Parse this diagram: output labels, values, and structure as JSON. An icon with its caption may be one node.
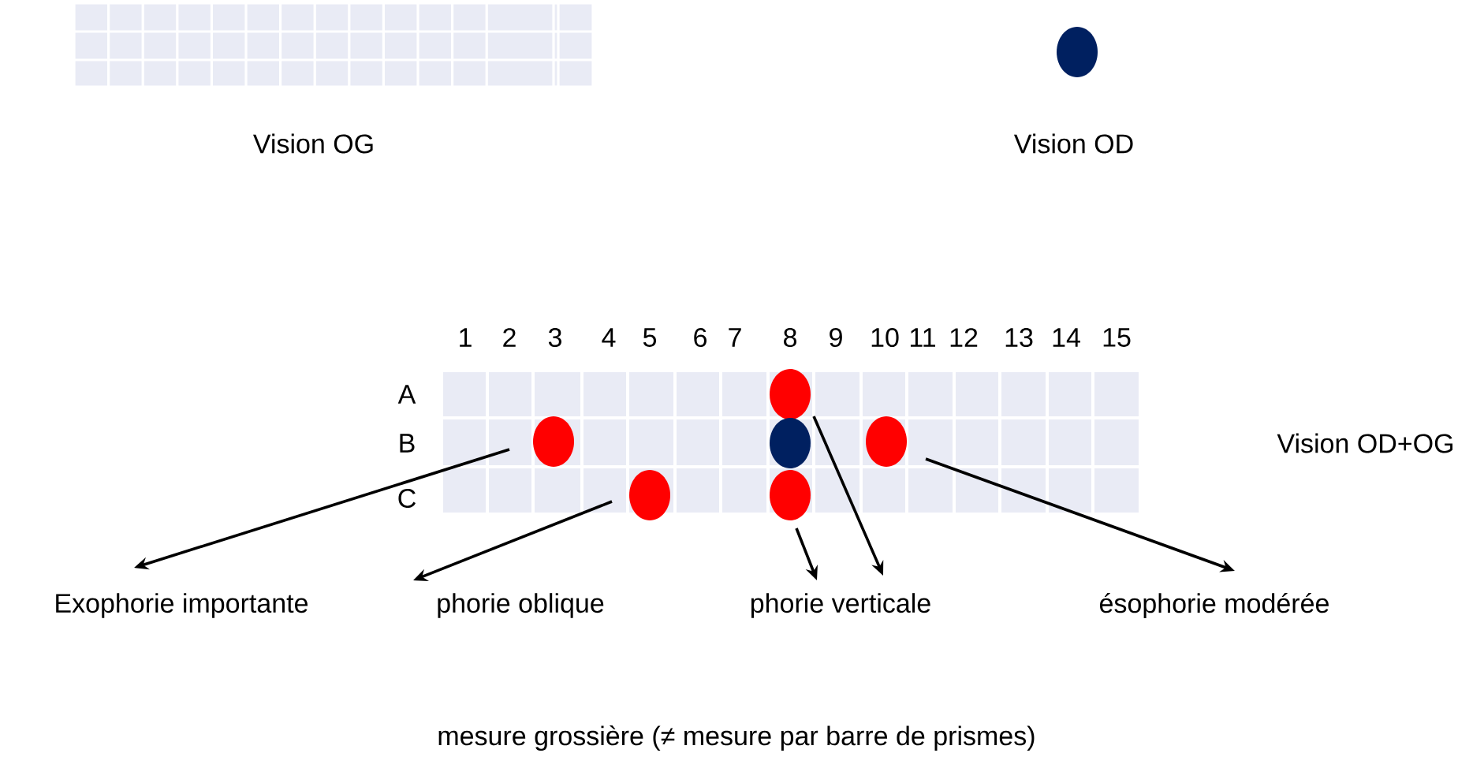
{
  "diagram": {
    "nodes": [
      {
        "text": [],
        "shape": "circle"
      },
      {
        "text": [],
        "shape": "circle"
      },
      {
        "text": [],
        "shape": "circle"
      },
      {
        "text": [],
        "shape": "circle"
      },
      {
        "text": [],
        "shape": "circle"
      },
      {
        "text": [],
        "shape": "circle"
      },
      {
        "text": [
          "Exophorie importante"
        ]
      },
      {
        "text": [
          "phorie oblique"
        ]
      },
      {
        "text": [
          "phorie verticale"
        ]
      },
      {
        "text": [
          "ésophorie modérée"
        ]
      },
      {
        "text": [],
        "shape": "circle"
      }
    ],
    "edges": [
      {
        "from": 1,
        "to": 6,
        "arrow": "to"
      },
      {
        "from": 4,
        "to": 7,
        "arrow": "to"
      },
      {
        "from": 5,
        "to": 8,
        "arrow": "to"
      },
      {
        "from": 0,
        "to": 8,
        "arrow": "to"
      },
      {
        "from": 3,
        "to": 9,
        "arrow": "to"
      }
    ],
    "labels": [
      "Vision OG",
      "Vision OD",
      "1",
      "2",
      "3",
      "4",
      "5",
      "6",
      "7",
      "8",
      "9",
      "10",
      "11",
      "12",
      "13",
      "14",
      "15",
      "A",
      "B",
      "C",
      "Vision OD+OG",
      "mesure grossière (≠ mesure par barre de prismes)"
    ]
  }
}
